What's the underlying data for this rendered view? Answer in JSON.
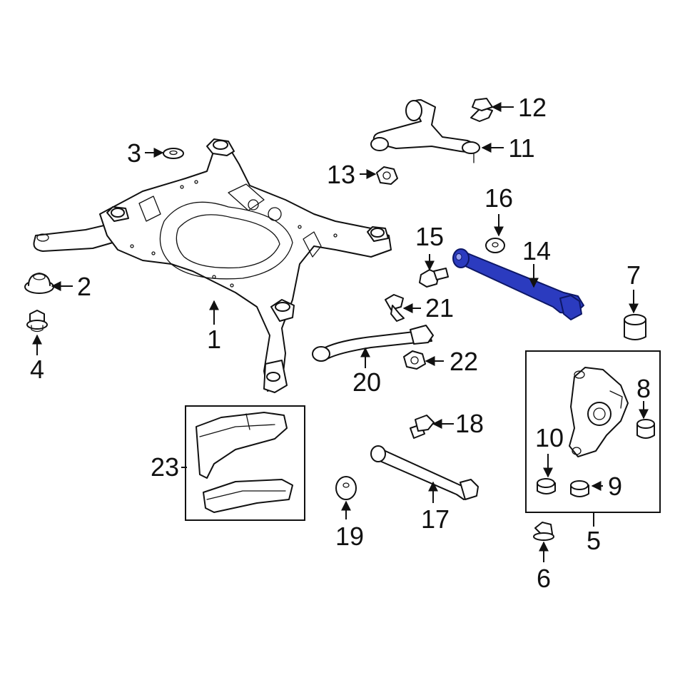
{
  "diagram": {
    "highlight_color": "#2b3bbf",
    "line_color": "#111111",
    "background": "#ffffff",
    "highlighted_part": "14",
    "callouts": [
      {
        "id": "c1",
        "label": "1"
      },
      {
        "id": "c2",
        "label": "2"
      },
      {
        "id": "c3",
        "label": "3"
      },
      {
        "id": "c4",
        "label": "4"
      },
      {
        "id": "c5",
        "label": "5"
      },
      {
        "id": "c6",
        "label": "6"
      },
      {
        "id": "c7",
        "label": "7"
      },
      {
        "id": "c8",
        "label": "8"
      },
      {
        "id": "c9",
        "label": "9"
      },
      {
        "id": "c10",
        "label": "10"
      },
      {
        "id": "c11",
        "label": "11"
      },
      {
        "id": "c12",
        "label": "12"
      },
      {
        "id": "c13",
        "label": "13"
      },
      {
        "id": "c14",
        "label": "14"
      },
      {
        "id": "c15",
        "label": "15"
      },
      {
        "id": "c16",
        "label": "16"
      },
      {
        "id": "c17",
        "label": "17"
      },
      {
        "id": "c18",
        "label": "18"
      },
      {
        "id": "c19",
        "label": "19"
      },
      {
        "id": "c20",
        "label": "20"
      },
      {
        "id": "c21",
        "label": "21"
      },
      {
        "id": "c22",
        "label": "22"
      },
      {
        "id": "c23",
        "label": "23"
      }
    ]
  }
}
